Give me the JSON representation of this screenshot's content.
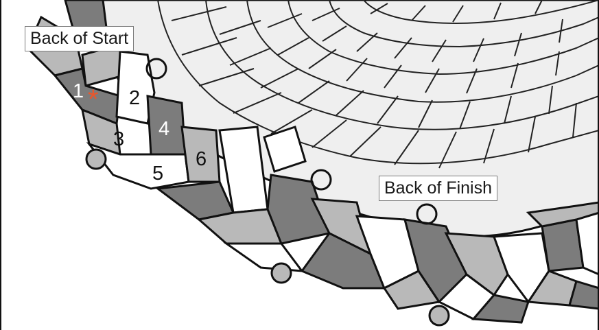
{
  "labels": {
    "back_of_start": "Back of Start",
    "back_of_finish": "Back of Finish"
  },
  "strand_numbers": [
    "1",
    "2",
    "3",
    "4",
    "5",
    "6"
  ],
  "start_marker": "*",
  "colors": {
    "dark": "#7c7c7c",
    "medium": "#b9b9b9",
    "light": "#ffffff",
    "center": "#efefef",
    "marker": "#e8572c",
    "outline": "#111111"
  }
}
